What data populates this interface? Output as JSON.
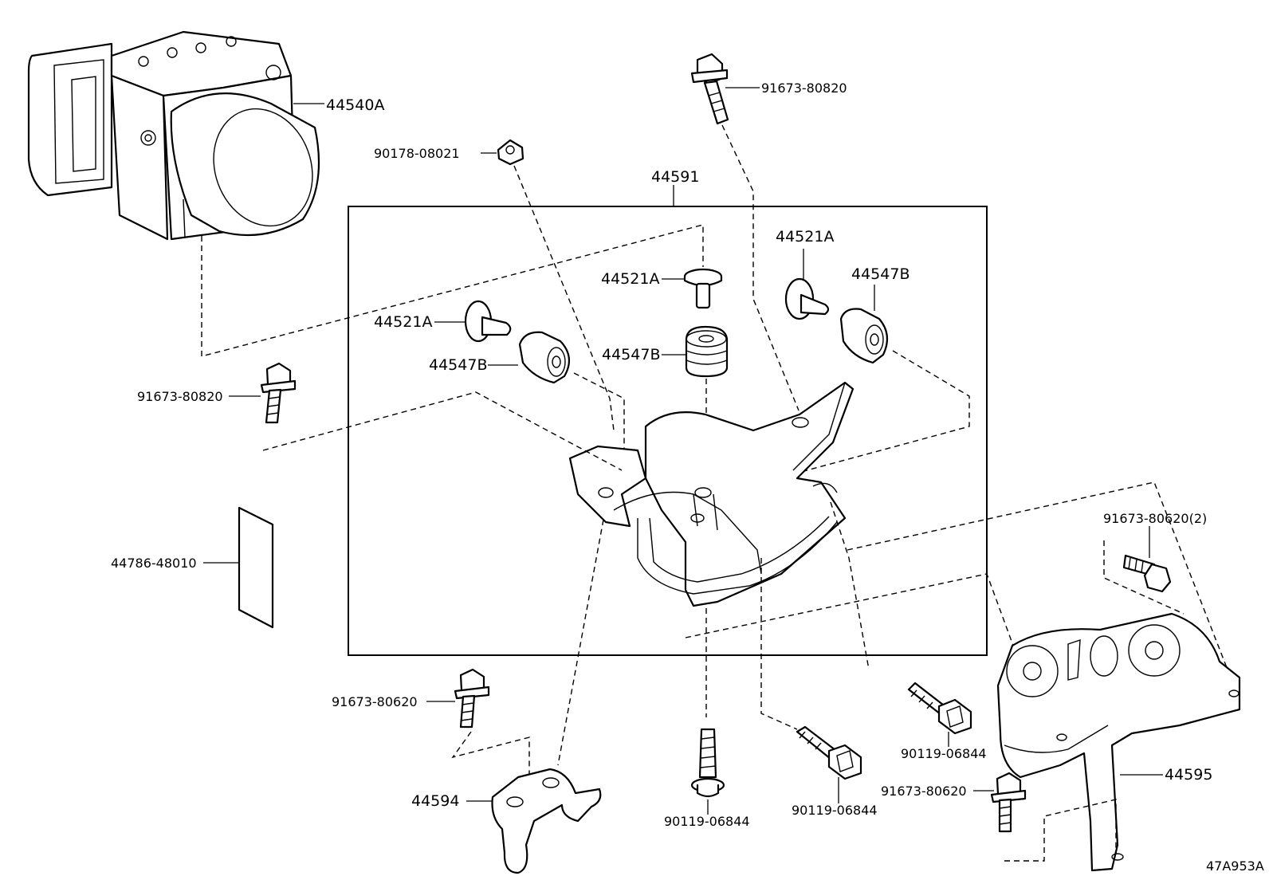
{
  "diagram": {
    "code": "47A953A",
    "labels": {
      "actuator": "44540A",
      "bracket_assy": "44591",
      "bolt_top": "91673-80820",
      "nut_top": "90178-08021",
      "collar_center": "44521A",
      "collar_right": "44521A",
      "collar_left": "44521A",
      "cushion_right": "44547B",
      "cushion_center": "44547B",
      "cushion_left": "44547B",
      "bolt_left": "91673-80820",
      "label_plate": "44786-48010",
      "bolt_br_pair": "91673-80620(2)",
      "bolt_bottom_left": "91673-80620",
      "bracket_small": "44594",
      "bolt_center_bottom": "90119-06844",
      "bolt_mid_bottom": "90119-06844",
      "bolt_right_bottom": "90119-06844",
      "bolt_bottom_right": "91673-80620",
      "bracket_right": "44595"
    }
  }
}
